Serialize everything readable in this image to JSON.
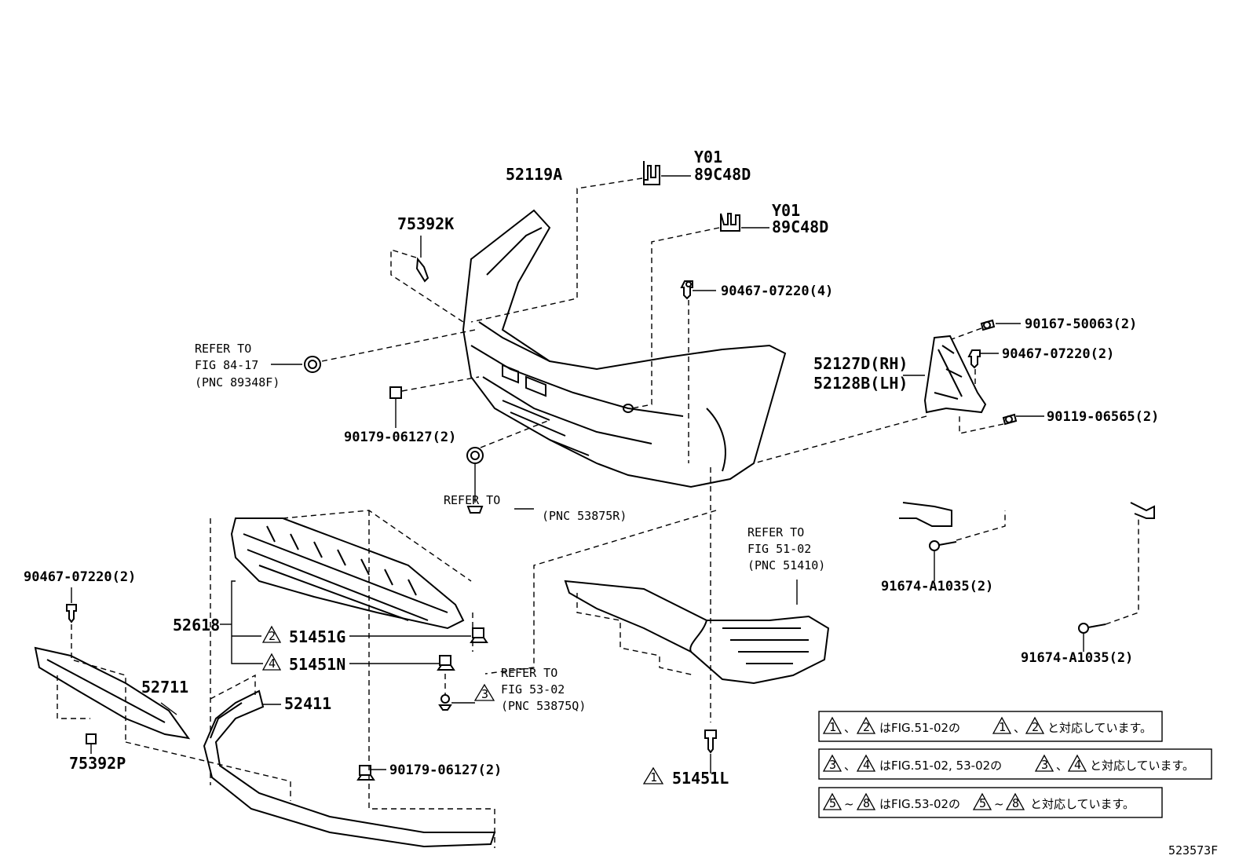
{
  "labels": {
    "p52119A": "52119A",
    "p75392K": "75392K",
    "y01a": "Y01",
    "c89a": "89C48D",
    "y01b": "Y01",
    "c89b": "89C48D",
    "p90467_4": "90467-07220(4)",
    "p90167": "90167-50063(2)",
    "p90467_2r": "90467-07220(2)",
    "p52127D": "52127D(RH)",
    "p52128B": "52128B(LH)",
    "p90119": "90119-06565(2)",
    "refer1_a": "REFER TO",
    "refer1_b": "FIG 84-17",
    "refer1_c": "(PNC 89348F)",
    "p90179_a": "90179-06127(2)",
    "refer2_a": "REFER TO",
    "refer2_b": "(PNC 53875R)",
    "refer3_a": "REFER TO",
    "refer3_b": "FIG 51-02",
    "refer3_c": "(PNC 51410)",
    "p91674_a": "91674-A1035(2)",
    "p91674_b": "91674-A1035(2)",
    "p90467_2l": "90467-07220(2)",
    "p52618": "52618",
    "p51451G": "51451G",
    "p51451N": "51451N",
    "refer4_a": "REFER TO",
    "refer4_b": "FIG 53-02",
    "refer4_c": "(PNC 53875Q)",
    "p52711": "52711",
    "p52411": "52411",
    "p75392P": "75392P",
    "p90179_b": "90179-06127(2)",
    "p51451L": "51451L",
    "fig_id": "523573F"
  },
  "markers": {
    "m1": "1",
    "m2": "2",
    "m3": "3",
    "m4": "4",
    "m5": "5",
    "m8": "8"
  },
  "notes": {
    "n1_sep": "、",
    "n1_mid": "はFIG.51-02の",
    "n1_end": "と対応しています。",
    "n2_sep": "、",
    "n2_mid": "はFIG.51-02, 53-02の",
    "n2_end": "と対応しています。",
    "n3_sep": "~",
    "n3_mid": "はFIG.53-02の",
    "n3_end": "と対応しています。"
  }
}
